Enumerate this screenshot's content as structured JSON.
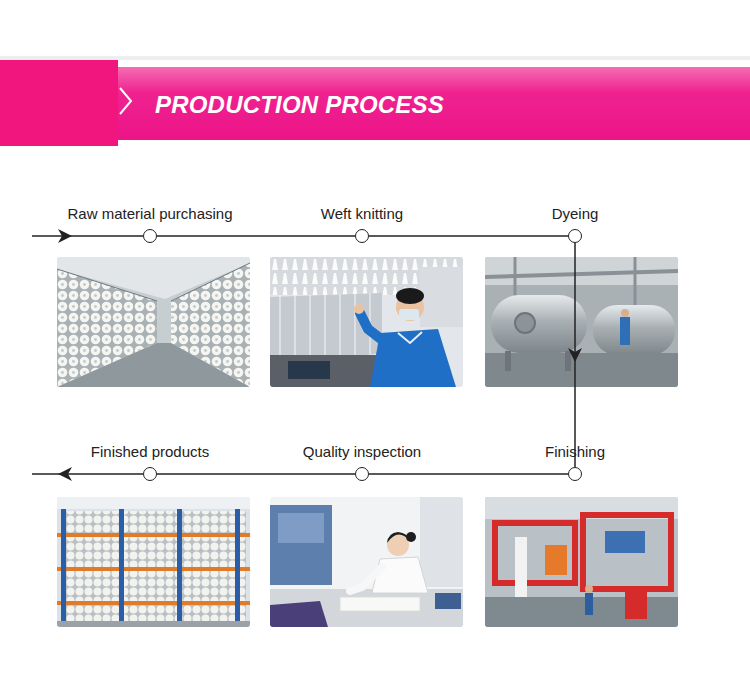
{
  "diagram": {
    "title": "PRODUCTION PROCESS",
    "nodes": [
      {
        "text": [
          "Raw material purchasing"
        ]
      },
      {
        "text": [
          "Weft knitting"
        ]
      },
      {
        "text": [
          "Dyeing"
        ]
      },
      {
        "text": [
          "Finished products"
        ]
      },
      {
        "text": [
          "Quality inspection"
        ]
      },
      {
        "text": [
          "Finishing"
        ]
      }
    ],
    "edges": [
      {
        "from": 0,
        "to": 1,
        "arrow": "none"
      },
      {
        "from": 1,
        "to": 2,
        "arrow": "none"
      },
      {
        "from": 2,
        "to": 5,
        "arrow": "to"
      },
      {
        "from": 5,
        "to": 4,
        "arrow": "none"
      },
      {
        "from": 4,
        "to": 3,
        "arrow": "none"
      }
    ]
  }
}
